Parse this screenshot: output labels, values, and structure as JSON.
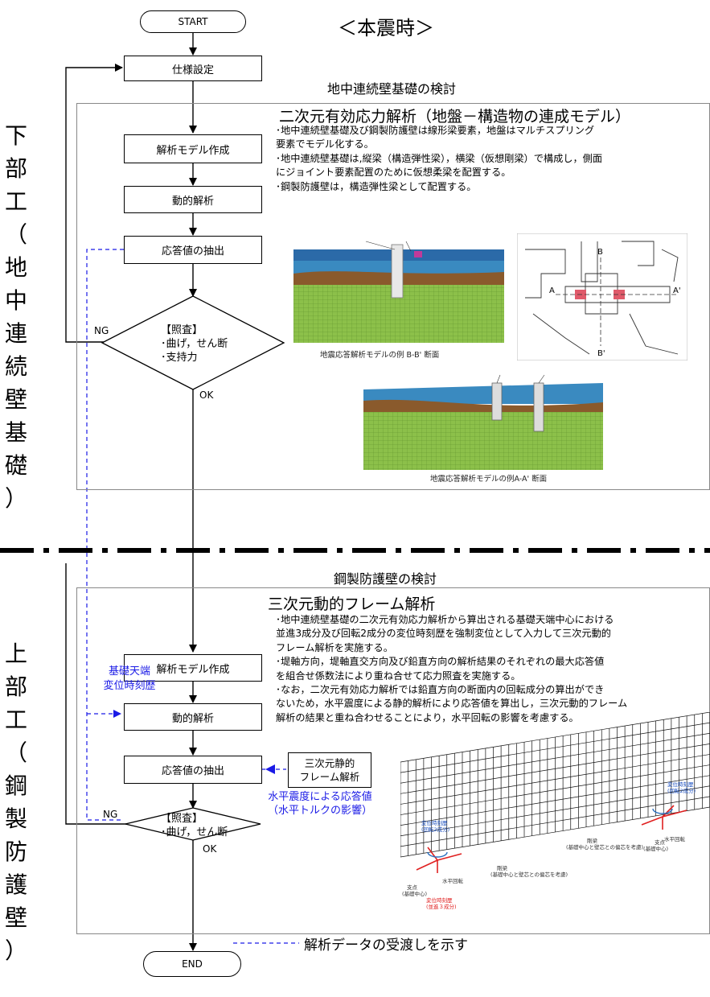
{
  "header": {
    "title": "＜本震時＞"
  },
  "left_labels": {
    "lower": [
      "下",
      "部",
      "工",
      "（",
      "地",
      "中",
      "連",
      "続",
      "壁",
      "基",
      "礎",
      "）"
    ],
    "upper": [
      "上",
      "部",
      "工",
      "（",
      "鋼",
      "製",
      "防",
      "護",
      "壁",
      "）"
    ]
  },
  "flow": {
    "start": "START",
    "end": "END",
    "spec": "仕様設定",
    "model1": "解析モデル作成",
    "dynamic1": "動的解析",
    "extract1": "応答値の抽出",
    "check1": [
      "【照査】",
      "･曲げ，せん断",
      "･支持力"
    ],
    "model2": "解析モデル作成",
    "dynamic2": "動的解析",
    "extract2": "応答値の抽出",
    "check2": [
      "【照査】",
      "･曲げ，せん断"
    ],
    "ng1": "NG",
    "ok1": "OK",
    "ng2": "NG",
    "ok2": "OK",
    "static3d": [
      "三次元静的",
      "フレーム解析"
    ],
    "top_disp": [
      "基礎天端",
      "変位時刻歴"
    ],
    "horiz_resp": [
      "水平震度による応答値",
      "（水平トルクの影響）"
    ]
  },
  "section1": {
    "header": "地中連続壁基礎の検討",
    "title": "二次元有効応力解析（地盤－構造物の連成モデル）",
    "lines": [
      "･地中連続壁基礎及び鋼製防護壁は線形梁要素，地盤はマルチスプリング",
      "要素でモデル化する。",
      "･地中連続壁基礎は,縦梁（構造弾性梁），横梁（仮想剛梁）で構成し，側面",
      "にジョイント要素配置のために仮想柔梁を配置する。",
      "･鋼製防護壁は，構造弾性梁として配置する。"
    ],
    "cap1": "地震応答解析モデルの例 B-B' 断面",
    "cap2": "地震応答解析モデルの例A-A' 断面",
    "plan_labels": [
      "A",
      "A'",
      "B",
      "B'"
    ]
  },
  "section2": {
    "header": "鋼製防護壁の検討",
    "title": "三次元動的フレーム解析",
    "lines": [
      "･地中連続壁基礎の二次元有効応力解析から算出される基礎天端中心における",
      "並進3成分及び回転2成分の変位時刻歴を強制変位として入力して三次元動的",
      "フレーム解析を実施する。",
      "･堤軸方向，堤軸直交方向及び鉛直方向の解析結果のそれぞれの最大応答値",
      "を組合せ係数法により重ね合せて応力照査を実施する。",
      "･なお，二次元有効応力解析では鉛直方向の断面内の回転成分の算出ができ",
      "ないため，水平震度による静的解析により応答値を算出し，三次元動的フレーム",
      "解析の結果と重ね合わせることにより，水平回転の影響を考慮する。"
    ],
    "frame_labels": {
      "left_disp": [
        "変位時刻歴",
        "(回転2成分)"
      ],
      "right_disp": [
        "変位時刻歴",
        "(回転2成分)"
      ],
      "support_l": [
        "支点",
        "(基礎中心)"
      ],
      "support_r": [
        "支点",
        "(基礎中心)"
      ],
      "rot_l": "水平回転",
      "rot_r": "水平回転",
      "rigid_m": [
        "剛梁",
        "(基礎中心と壁芯との偏芯を考慮)"
      ],
      "rigid_l": [
        "剛梁",
        "(基礎中心と壁芯との偏芯を考慮)"
      ],
      "disp_bottom": [
        "変位時刻歴",
        "(並進３成分)"
      ]
    }
  },
  "legend": {
    "text": "解析データの受渡しを示す"
  },
  "colors": {
    "link": "#1a1ae6",
    "soil_blue": "#2a7fb8",
    "soil_green": "#7bbf3c",
    "soil_brown": "#8a5a2c"
  }
}
